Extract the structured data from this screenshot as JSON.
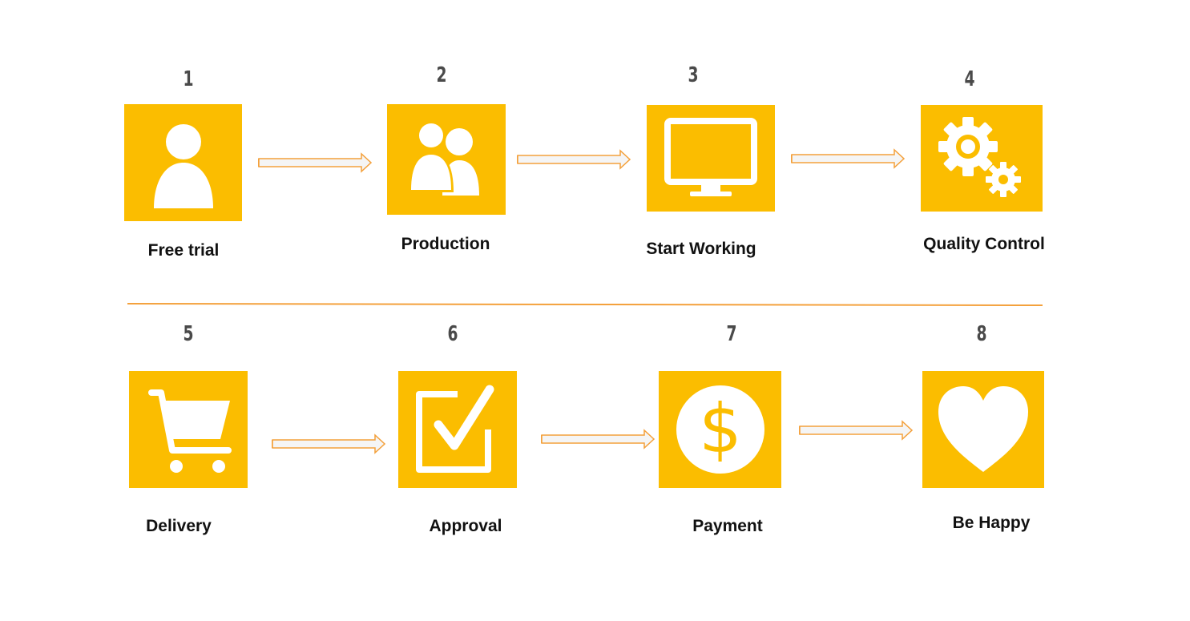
{
  "colors": {
    "tile": "#fbbd00",
    "arrow_stroke": "#f4a13c",
    "arrow_fill": "#f5f5f5",
    "divider": "#f4a13c",
    "number_text": "#4a4a4a",
    "label_text": "#111111"
  },
  "steps": [
    {
      "number": "1",
      "label": "Free trial",
      "icon": "person-icon"
    },
    {
      "number": "2",
      "label": "Production",
      "icon": "group-icon"
    },
    {
      "number": "3",
      "label": "Start Working",
      "icon": "monitor-icon"
    },
    {
      "number": "4",
      "label": "Quality Control",
      "icon": "gears-icon"
    },
    {
      "number": "5",
      "label": "Delivery",
      "icon": "cart-icon"
    },
    {
      "number": "6",
      "label": "Approval",
      "icon": "checkbox-icon"
    },
    {
      "number": "7",
      "label": "Payment",
      "icon": "dollar-icon"
    },
    {
      "number": "8",
      "label": "Be Happy",
      "icon": "heart-icon"
    }
  ]
}
